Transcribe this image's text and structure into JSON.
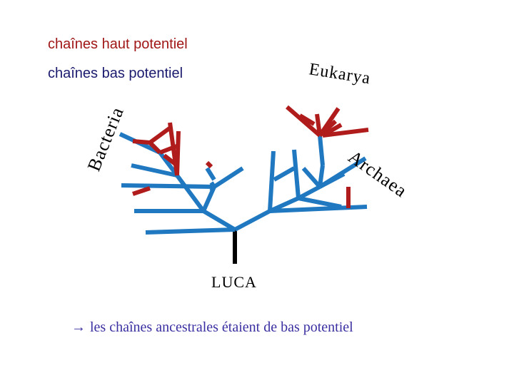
{
  "legend": {
    "high_potential": "chaînes haut potentiel",
    "low_potential": "chaînes bas potentiel"
  },
  "domains": {
    "bacteria": "Bacteria",
    "eukarya": "Eukarya",
    "archaea": "Archaea"
  },
  "root_label": "LUCA",
  "conclusion": {
    "arrow": "→",
    "text": "les chaînes ancestrales étaient de bas potentiel"
  },
  "colors": {
    "high_potential": "#b01c1c",
    "low_potential": "#1f78c0",
    "root": "#000000",
    "text_dark": "#000000",
    "conclusion": "#3a2fa0"
  }
}
